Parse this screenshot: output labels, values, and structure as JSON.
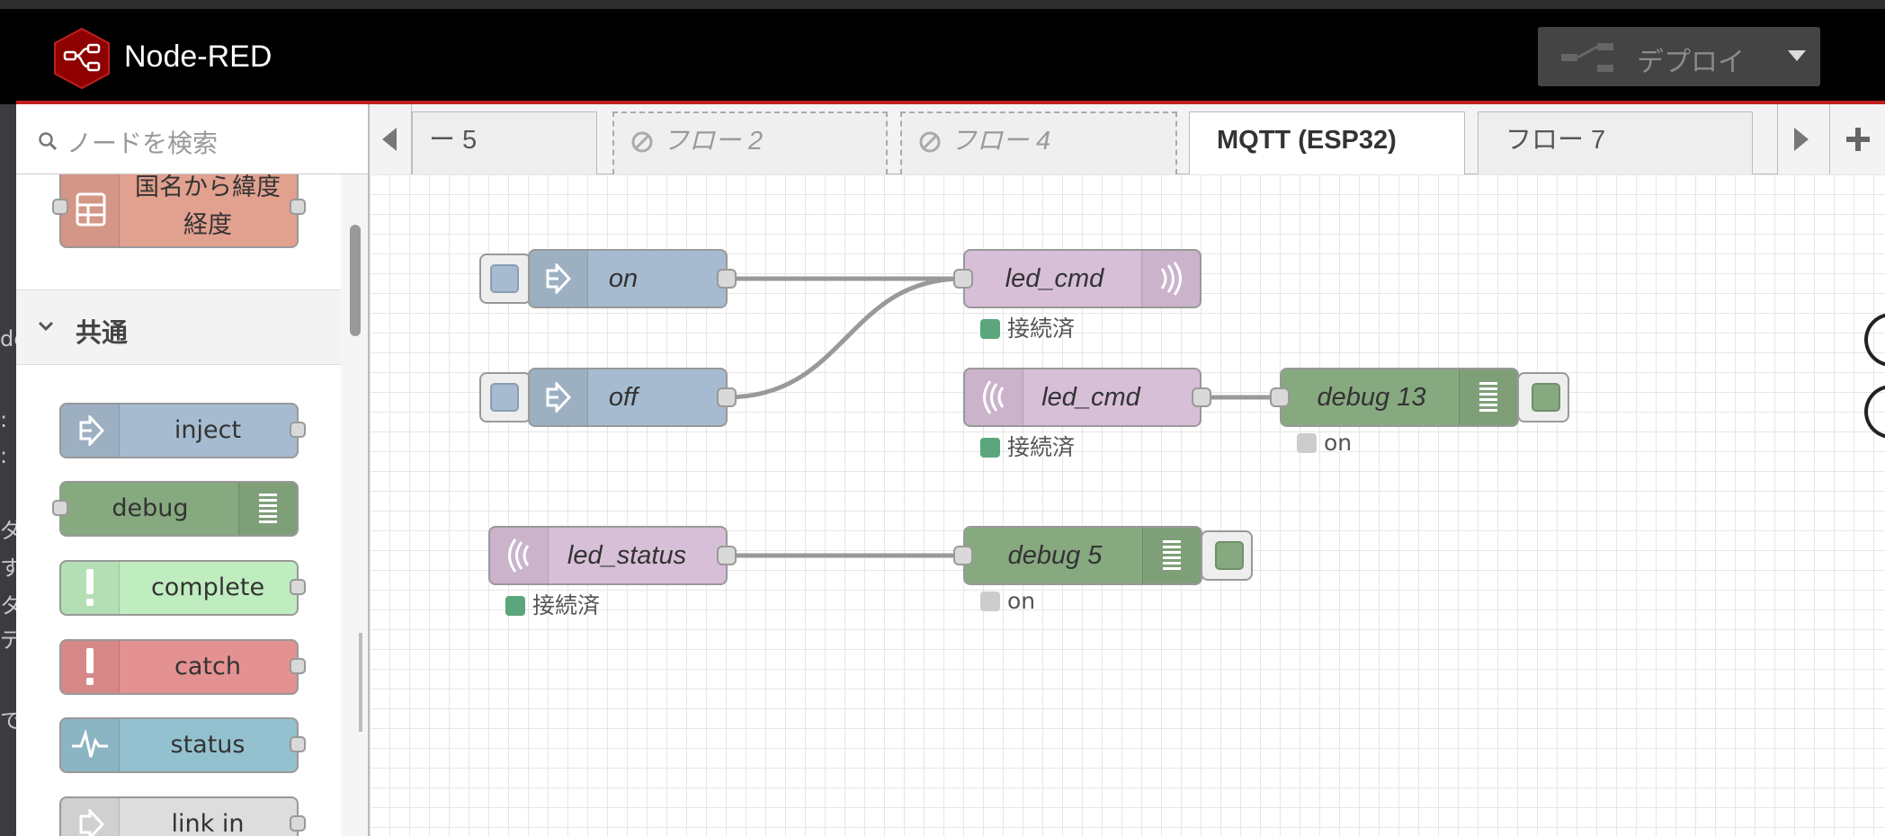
{
  "colors": {
    "header_bg": "#000000",
    "accent_red": "#c02020",
    "inject": "#a6bbcf",
    "debug": "#87a980",
    "mqtt": "#d8bfd8",
    "complete": "#c0edc0",
    "catch": "#e49191",
    "status": "#94c1d0",
    "link": "#dddddd",
    "function_red": "#e2a08f",
    "status_connected": "#5ba67c",
    "status_off": "#cccccc"
  },
  "header": {
    "app_title": "Node-RED",
    "deploy_label": "デプロイ"
  },
  "search": {
    "placeholder": "ノードを検索"
  },
  "tabs": [
    {
      "label": "ー 5",
      "state": "normal"
    },
    {
      "label": "フロー 2",
      "state": "disabled"
    },
    {
      "label": "フロー 4",
      "state": "disabled"
    },
    {
      "label": "MQTT (ESP32)",
      "state": "active"
    },
    {
      "label": "フロー 7",
      "state": "normal"
    }
  ],
  "palette": {
    "top_node_line1": "国名から緯度",
    "top_node_line2": "経度",
    "category_common": "共通",
    "nodes": [
      {
        "label": "inject",
        "icon": "arrow-right-icon"
      },
      {
        "label": "debug",
        "icon": "list-icon"
      },
      {
        "label": "complete",
        "icon": "exclamation-icon"
      },
      {
        "label": "catch",
        "icon": "exclamation-icon"
      },
      {
        "label": "status",
        "icon": "pulse-icon"
      },
      {
        "label": "link in",
        "icon": "link-icon"
      }
    ]
  },
  "flow": {
    "nodes": {
      "inject_on": {
        "label": "on"
      },
      "inject_off": {
        "label": "off"
      },
      "mqtt_out": {
        "label": "led_cmd",
        "status": "接続済"
      },
      "mqtt_in_cmd": {
        "label": "led_cmd",
        "status": "接続済"
      },
      "debug13": {
        "label": "debug 13",
        "status": "on"
      },
      "mqtt_in_status": {
        "label": "led_status",
        "status": "接続済"
      },
      "debug5": {
        "label": "debug 5",
        "status": "on"
      }
    }
  },
  "left_bleed_chars": [
    "de",
    ":",
    ":",
    "ダ",
    "す",
    "タ",
    "デ",
    "で"
  ]
}
